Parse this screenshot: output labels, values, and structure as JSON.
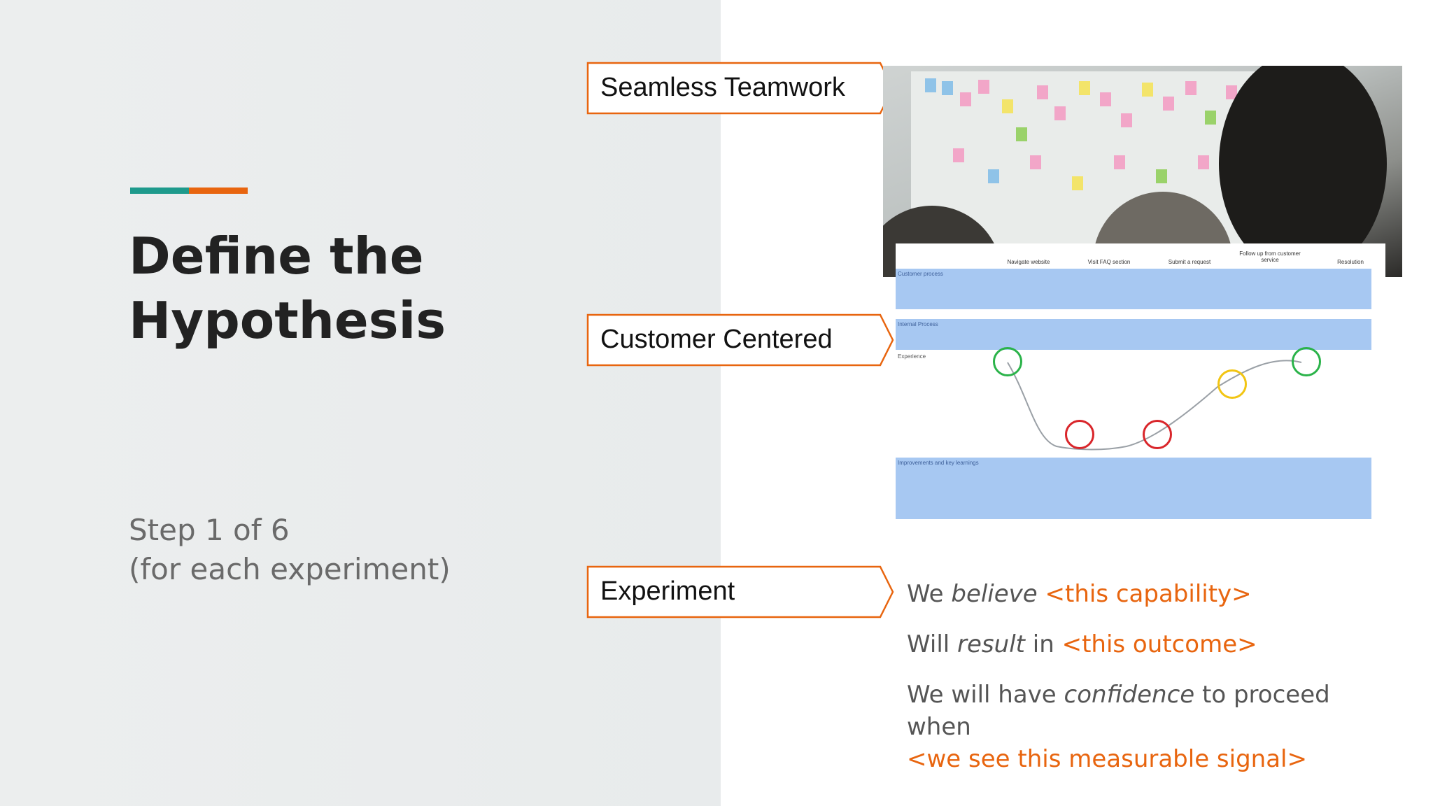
{
  "slide": {
    "title_line1": "Define the",
    "title_line2": "Hypothesis",
    "step_line1": "Step 1 of 6",
    "step_line2": "(for each experiment)"
  },
  "tags": {
    "teamwork": "Seamless Teamwork",
    "customer": "Customer Centered",
    "experiment": "Experiment"
  },
  "journey_map": {
    "columns": [
      "Navigate website",
      "Visit FAQ section",
      "Submit a request",
      "Follow up from customer service",
      "Resolution"
    ],
    "rows": [
      "Customer process",
      "Internal Process",
      "Experience",
      "Improvements and key learnings"
    ]
  },
  "hypothesis": {
    "l1_pre": "We ",
    "l1_em": "believe",
    "l1_ph": " <this capability>",
    "l2_pre": "Will ",
    "l2_em": "result",
    "l2_mid": " in ",
    "l2_ph": "<this outcome>",
    "l3_pre": "We will have ",
    "l3_em": "confidence",
    "l3_post": " to proceed when",
    "l4_ph": "<we see this measurable signal>"
  },
  "colors": {
    "accent_teal": "#1e9a8c",
    "accent_orange": "#e8650f",
    "title": "#222222",
    "tag_border": "#e8650f"
  }
}
